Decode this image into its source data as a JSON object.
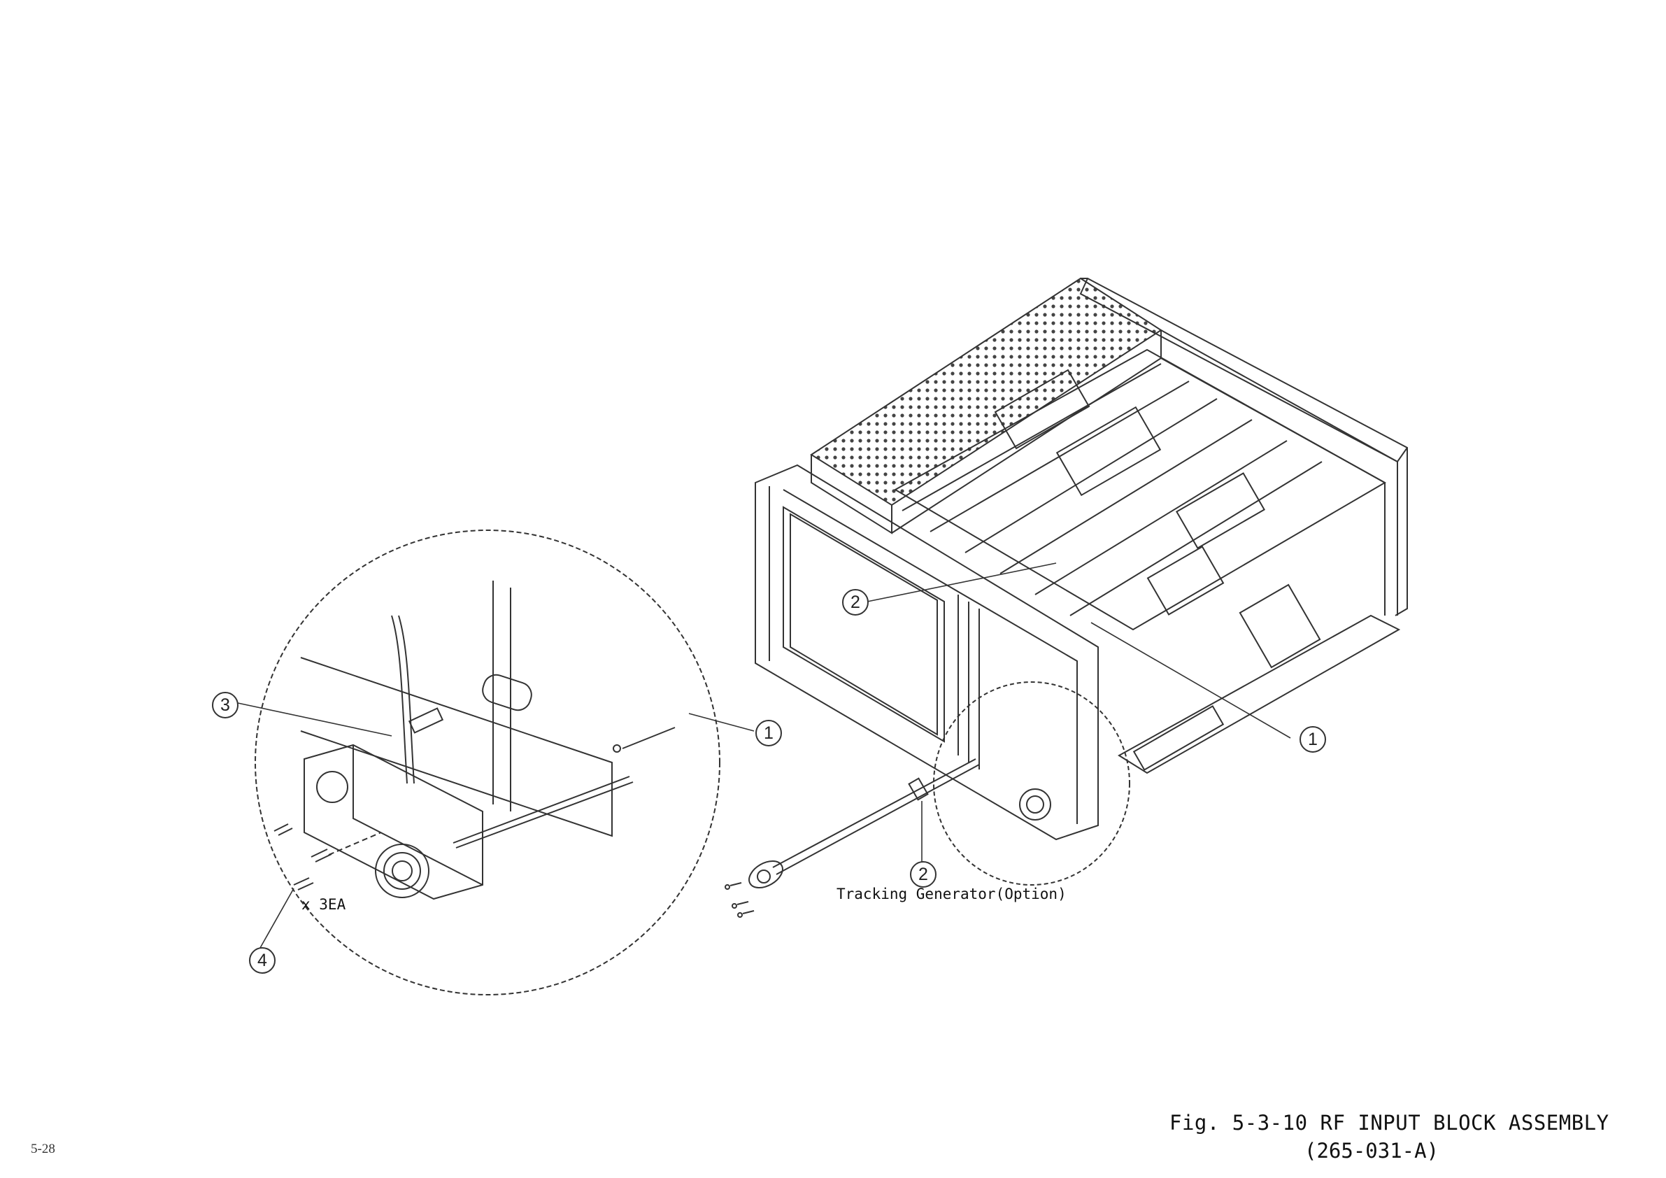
{
  "page": {
    "number": "5-28"
  },
  "figure": {
    "caption": "Fig. 5-3-10 RF INPUT BLOCK ASSEMBLY",
    "code": "(265-031-A)"
  },
  "callouts": {
    "c1_main": "1",
    "c2_main": "2",
    "c2_tg": "2",
    "c1_detail": "1",
    "c3_detail": "3",
    "c4_detail": "4"
  },
  "labels": {
    "tracking_generator": "Tracking Generator(Option)",
    "quantity": "x 3EA"
  },
  "colors": {
    "line": "#333333",
    "paper": "#ffffff"
  }
}
